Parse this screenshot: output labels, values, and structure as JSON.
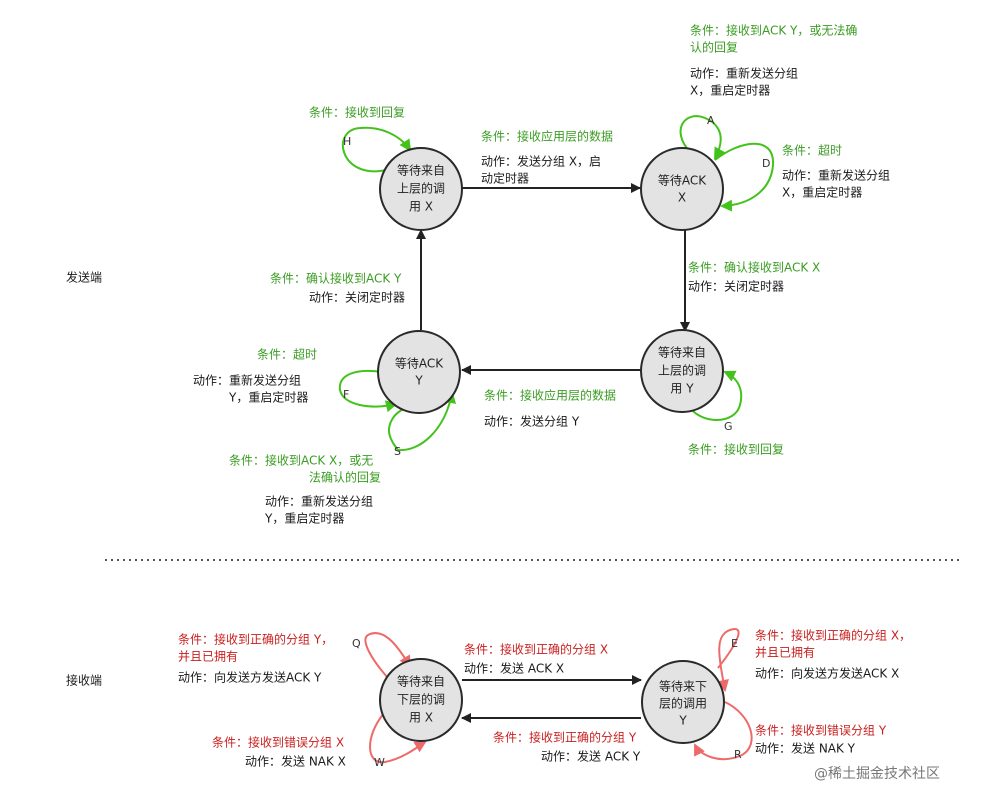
{
  "sections": {
    "sender": "发送端",
    "receiver": "接收端"
  },
  "nodes": {
    "wait_upper_x": [
      "等待来自",
      "上层的调",
      "用 X"
    ],
    "wait_ack_x": [
      "等待ACK",
      "X"
    ],
    "wait_upper_y": [
      "等待来自",
      "上层的调",
      "用 Y"
    ],
    "wait_ack_y": [
      "等待ACK",
      "Y"
    ],
    "wait_lower_x": [
      "等待来自",
      "下层的调",
      "用 X"
    ],
    "wait_lower_y": [
      "等待来下",
      "层的调用",
      "Y"
    ]
  },
  "transitions": {
    "upper_x_to_ack_x": {
      "condition": [
        "条件：接收应用层的数据"
      ],
      "action": [
        "动作：发送分组 X，启",
        "动定时器"
      ]
    },
    "ack_x_self_a": {
      "letter": "A",
      "condition": [
        "条件：接收到ACK Y，或无法确",
        "认的回复"
      ],
      "action": [
        "动作：重新发送分组",
        "X，重启定时器"
      ]
    },
    "ack_x_self_d": {
      "letter": "D",
      "condition": [
        "条件：超时"
      ],
      "action": [
        "动作：重新发送分组",
        "X，重启定时器"
      ]
    },
    "ack_x_to_upper_y": {
      "condition": [
        "条件：确认接收到ACK X"
      ],
      "action": [
        "动作：关闭定时器"
      ]
    },
    "upper_y_self_g": {
      "letter": "G",
      "condition": [
        "条件：接收到回复"
      ]
    },
    "upper_y_to_ack_y": {
      "condition": [
        "条件：接收应用层的数据"
      ],
      "action": [
        "动作：发送分组 Y"
      ]
    },
    "ack_y_self_f": {
      "letter": "F",
      "condition": [
        "条件：超时"
      ],
      "action": [
        "动作：重新发送分组",
        "Y，重启定时器"
      ]
    },
    "ack_y_self_s": {
      "letter": "S",
      "condition": [
        "条件：接收到ACK X，或无",
        "法确认的回复"
      ],
      "action": [
        "动作：重新发送分组",
        "Y，重启定时器"
      ]
    },
    "ack_y_to_upper_x": {
      "condition": [
        "条件：确认接收到ACK Y"
      ],
      "action": [
        "动作：关闭定时器"
      ]
    },
    "upper_x_self_h": {
      "letter": "H",
      "condition": [
        "条件：接收到回复"
      ]
    },
    "lower_x_self_q": {
      "letter": "Q",
      "condition": [
        "条件：接收到正确的分组 Y，",
        "并且已拥有"
      ],
      "action": [
        "动作：向发送方发送ACK Y"
      ]
    },
    "lower_x_self_w": {
      "letter": "W",
      "condition": [
        "条件：接收到错误分组 X"
      ],
      "action": [
        "动作：发送 NAK X"
      ]
    },
    "lower_x_to_lower_y": {
      "condition": [
        "条件：接收到正确的分组 X"
      ],
      "action": [
        "动作：发送 ACK X"
      ]
    },
    "lower_y_to_lower_x": {
      "condition": [
        "条件：接收到正确的分组 Y"
      ],
      "action": [
        "动作：发送 ACK Y"
      ]
    },
    "lower_y_self_e": {
      "letter": "E",
      "condition": [
        "条件：接收到正确的分组 X，",
        "并且已拥有"
      ],
      "action": [
        "动作：向发送方发送ACK X"
      ]
    },
    "lower_y_self_r": {
      "letter": "R",
      "condition": [
        "条件：接收到错误分组 Y"
      ],
      "action": [
        "动作：发送 NAK Y"
      ]
    }
  },
  "watermark": "@稀土掘金技术社区",
  "colors": {
    "condition_sender": "#3a9c22",
    "condition_receiver": "#c8201f",
    "loop_sender": "#42c21a",
    "loop_receiver": "#ee6a6a",
    "node_fill": "#e3e3e3",
    "edge": "#222222"
  }
}
